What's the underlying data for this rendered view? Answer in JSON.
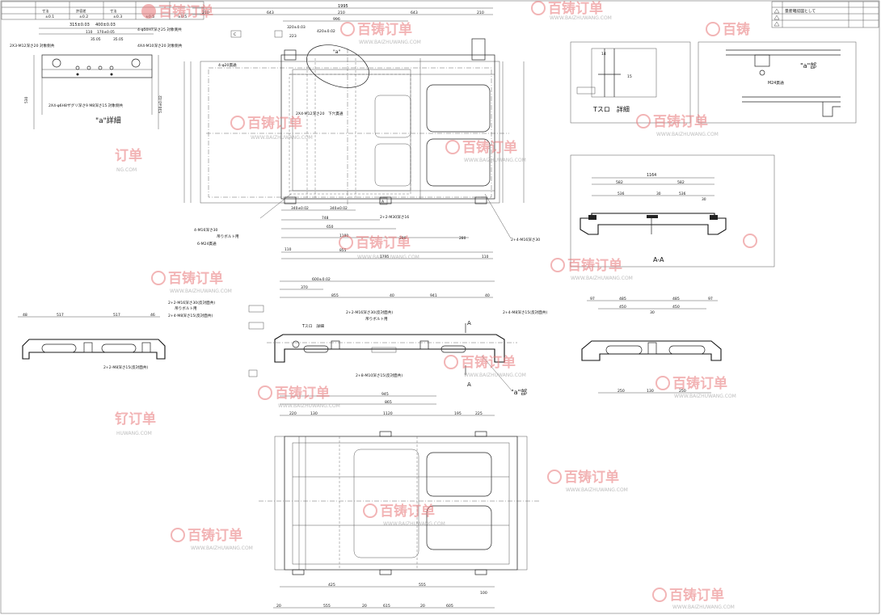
{
  "watermark": {
    "brand": "百铸订单",
    "url": "WWW.BAIZHUWANG.COM",
    "fragments": [
      "订单",
      "NG.COM",
      "钌订单",
      "HUWANG.COM",
      "百铸",
      "WWW.BAIZHI"
    ]
  },
  "title_block": {
    "revision_text": "量産確認図として"
  },
  "tolerance_table": {
    "headers": [
      "寸法",
      "許容差",
      "寸法",
      "許容差",
      "寸法",
      "許容差"
    ],
    "values": [
      "±0.1",
      "±0.2",
      "±0.3",
      "±0.5",
      "±0.5",
      "±1.0"
    ]
  },
  "views": {
    "detail_a": {
      "title": "\"a\"詳細",
      "notes": [
        "2X3-M12深さ20 対象側共",
        "4-φ50H7深さ25 対象側共",
        "4X4-M10深さ20 対象側共",
        "2X4-φ6H8ザグリ深さ9 M8深さ15 対象側共"
      ],
      "dims": [
        "315±0.03",
        "400±0.03",
        "110",
        "170±0.05",
        "35.05",
        "35.05",
        "530",
        "530±0.02"
      ]
    },
    "plan": {
      "dims_top": [
        "1995",
        "210",
        "643",
        "210",
        "643",
        "210",
        "996",
        "320±0.03",
        "223",
        "420±0.02"
      ],
      "callouts": [
        "4-φ20貫通",
        "2X4-M12深さ20　下穴貫通",
        "4-M16深さ30",
        "吊りボルト用",
        "6-M24貫通",
        "2+2-M30深さ16",
        "2+4-M16深さ30"
      ],
      "dims_bottom": [
        "340±0.02",
        "340±0.02",
        "748",
        "650",
        "1180",
        "110",
        "280",
        "280",
        "855",
        "1795",
        "110"
      ],
      "datum": [
        "C",
        "A"
      ],
      "detail_label": "\"a\""
    },
    "t_slot": {
      "title": "Tスロ　詳細",
      "dims": [
        "14",
        "15"
      ]
    },
    "detail_a_part": {
      "title": "\"a\"部",
      "notes": [
        "M24貫通"
      ]
    },
    "section_aa": {
      "title": "A-A",
      "dims": [
        "1164",
        "582",
        "582",
        "536",
        "30",
        "536",
        "30"
      ]
    },
    "side_left": {
      "dims": [
        "48",
        "517",
        "517",
        "46"
      ],
      "notes": [
        "2+2-M16深さ30(反対面共)",
        "吊りボルト用",
        "2+4-M8深さ15(反対面共)",
        "2+2-M8深さ15(反対面共)"
      ]
    },
    "front": {
      "dims_top": [
        "600±0.02",
        "370",
        "855",
        "40",
        "941",
        "40"
      ],
      "notes": [
        "Tスロ　詳細",
        "2+2-M16深さ30(反対面共)",
        "吊りボルト用",
        "2+4-M8深さ15(反対面共)",
        "2+8-M10深さ15(反対面共)",
        "\"a\"部"
      ],
      "section_marks": [
        "A",
        "A"
      ],
      "dims_bottom": [
        "945",
        "865",
        "220",
        "130",
        "1120",
        "195",
        "225"
      ]
    },
    "side_right": {
      "dims": [
        "97",
        "485",
        "485",
        "97",
        "450",
        "30",
        "450",
        "250",
        "130",
        "250"
      ]
    },
    "bottom": {
      "dims": [
        "20",
        "555",
        "20",
        "615",
        "20",
        "605",
        "100",
        "425",
        "555"
      ]
    }
  }
}
